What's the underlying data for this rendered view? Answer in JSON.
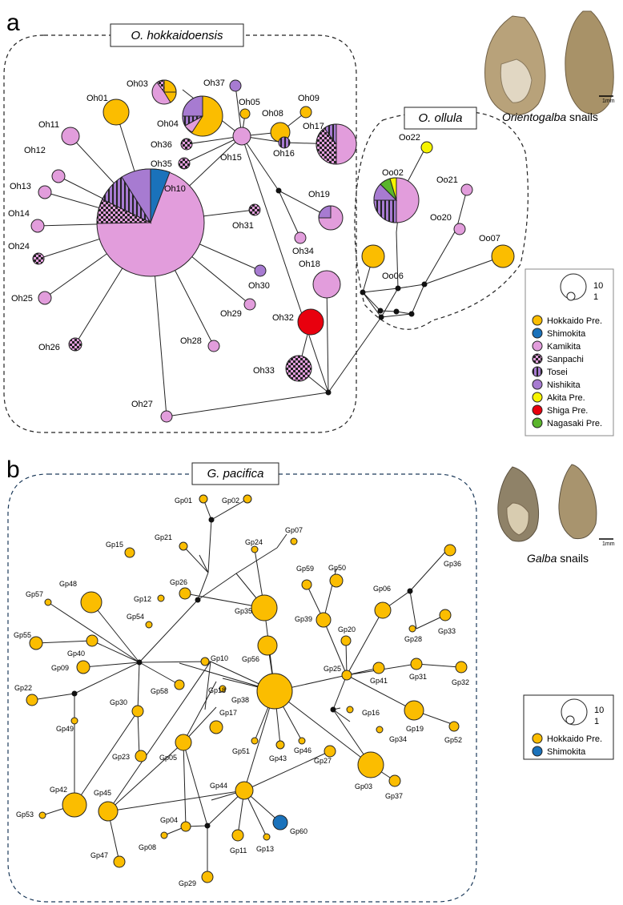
{
  "colors": {
    "hokkaido": "#fbbd00",
    "shimokita": "#1a72bb",
    "kamikita": "#e29ddc",
    "sanpachi": "#e29ddc",
    "tosei": "#a77bd1",
    "nishikita": "#a77bd1",
    "akita": "#f6f400",
    "shiga": "#e8000e",
    "nagasaki": "#5ab52c",
    "median": "#111111",
    "line": "#222222"
  },
  "panel_a": {
    "letter": "a",
    "group_labels": [
      "O. hokkaidoensis",
      "O. ollula"
    ],
    "caption_genus": "Orientogalba",
    "caption_rest": " snails",
    "scale_label": "1mm",
    "legend": {
      "size_big": "10",
      "size_small": "1",
      "items": [
        {
          "label": "Hokkaido Pre.",
          "key": "hokkaido"
        },
        {
          "label": "Shimokita",
          "key": "shimokita"
        },
        {
          "label": "Kamikita",
          "key": "kamikita"
        },
        {
          "label": "Sanpachi",
          "key": "sanpachi"
        },
        {
          "label": "Tosei",
          "key": "tosei"
        },
        {
          "label": "Nishikita",
          "key": "nishikita"
        },
        {
          "label": "Akita Pre.",
          "key": "akita"
        },
        {
          "label": "Shiga Pre.",
          "key": "shiga"
        },
        {
          "label": "Nagasaki Pre.",
          "key": "nagasaki"
        }
      ]
    },
    "haplotypes": [
      "Oh01",
      "Oh03",
      "Oh04",
      "Oh05",
      "Oh08",
      "Oh09",
      "Oh10",
      "Oh11",
      "Oh12",
      "Oh13",
      "Oh14",
      "Oh15",
      "Oh16",
      "Oh17",
      "Oh18",
      "Oh19",
      "Oh24",
      "Oh25",
      "Oh26",
      "Oh27",
      "Oh28",
      "Oh29",
      "Oh30",
      "Oh31",
      "Oh32",
      "Oh33",
      "Oh34",
      "Oh35",
      "Oh36",
      "Oh37",
      "Oo02",
      "Oo06",
      "Oo07",
      "Oo20",
      "Oo21",
      "Oo22"
    ]
  },
  "panel_b": {
    "letter": "b",
    "group_label": "G. pacifica",
    "caption_genus": "Galba",
    "caption_rest": " snails",
    "scale_label": "1mm",
    "legend": {
      "size_big": "10",
      "size_small": "1",
      "items": [
        {
          "label": "Hokkaido Pre.",
          "key": "hokkaido"
        },
        {
          "label": "Shimokita",
          "key": "shimokita"
        }
      ]
    },
    "haplotypes": [
      "Gp01",
      "Gp02",
      "Gp03",
      "Gp04",
      "Gp05",
      "Gp06",
      "Gp07",
      "Gp08",
      "Gp09",
      "Gp10",
      "Gp11",
      "Gp12",
      "Gp13",
      "Gp15",
      "Gp16",
      "Gp17",
      "Gp18",
      "Gp19",
      "Gp20",
      "Gp21",
      "Gp22",
      "Gp23",
      "Gp24",
      "Gp25",
      "Gp26",
      "Gp27",
      "Gp28",
      "Gp29",
      "Gp30",
      "Gp31",
      "Gp32",
      "Gp33",
      "Gp34",
      "Gp35",
      "Gp36",
      "Gp37",
      "Gp38",
      "Gp39",
      "Gp40",
      "Gp41",
      "Gp42",
      "Gp43",
      "Gp44",
      "Gp45",
      "Gp46",
      "Gp47",
      "Gp48",
      "Gp49",
      "Gp50",
      "Gp51",
      "Gp52",
      "Gp53",
      "Gp54",
      "Gp55",
      "Gp56",
      "Gp57",
      "Gp58",
      "Gp59",
      "Gp60"
    ]
  }
}
